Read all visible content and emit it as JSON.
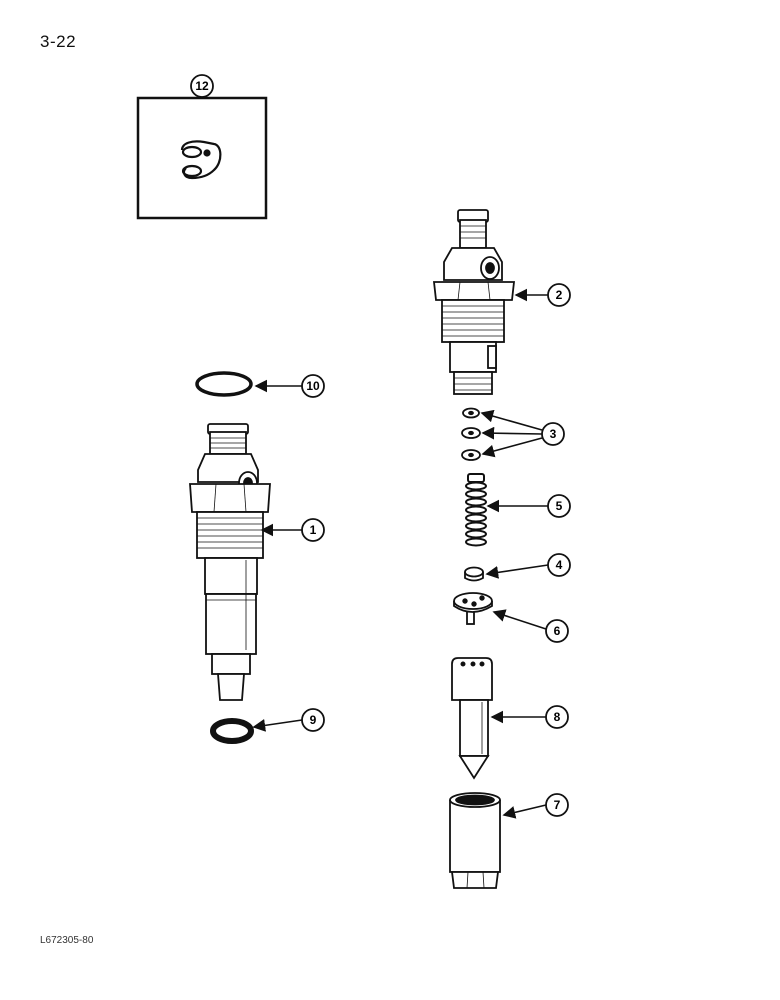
{
  "page_number": "3-22",
  "figure_code": "L672305-80",
  "callouts": {
    "c1": "1",
    "c2": "2",
    "c3": "3",
    "c4": "4",
    "c5": "5",
    "c6": "6",
    "c7": "7",
    "c8": "8",
    "c9": "9",
    "c10": "10",
    "c12": "12"
  }
}
